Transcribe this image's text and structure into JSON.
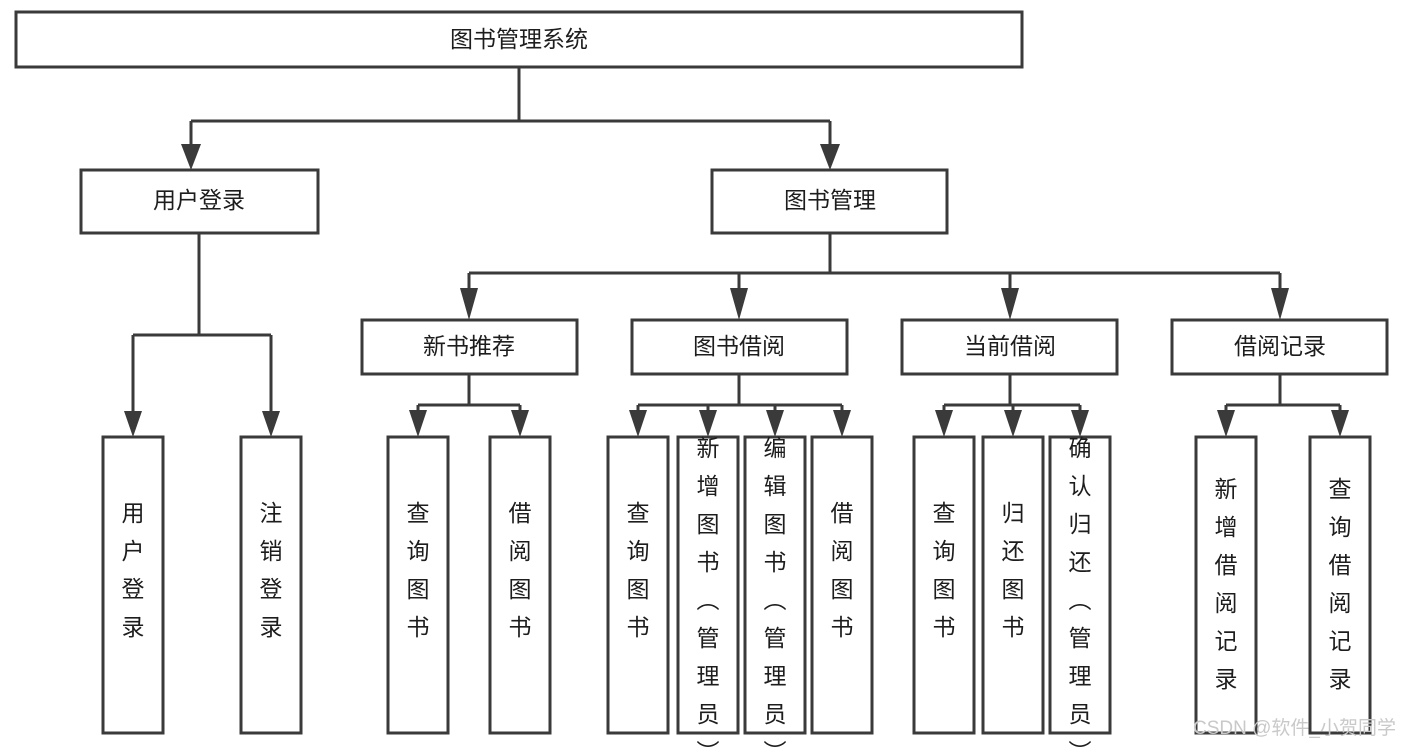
{
  "title": "图书管理系统",
  "colors": {
    "background": "#ffffff",
    "stroke": "#3a3a3a",
    "box_fill": "#ffffff",
    "text": "#1d1d1d",
    "watermark": "#c9c9c9"
  },
  "watermark": "CSDN @软件_小贺同学",
  "tree": {
    "root": {
      "label": "图书管理系统"
    },
    "level2": [
      {
        "label": "用户登录"
      },
      {
        "label": "图书管理"
      }
    ],
    "level3": [
      {
        "label": "新书推荐"
      },
      {
        "label": "图书借阅"
      },
      {
        "label": "当前借阅"
      },
      {
        "label": "借阅记录"
      }
    ],
    "leaves": {
      "user_login": [
        {
          "label": "用户登录"
        },
        {
          "label": "注销登录"
        }
      ],
      "new_book_recommend": [
        {
          "label": "查询图书"
        },
        {
          "label": "借阅图书"
        }
      ],
      "book_borrow": [
        {
          "label": "查询图书"
        },
        {
          "label": "新增图书（管理员）"
        },
        {
          "label": "编辑图书（管理员）"
        },
        {
          "label": "借阅图书"
        }
      ],
      "current_borrow": [
        {
          "label": "查询图书"
        },
        {
          "label": "归还图书"
        },
        {
          "label": "确认归还（管理员）"
        }
      ],
      "borrow_record": [
        {
          "label": "新增借阅记录"
        },
        {
          "label": "查询借阅记录"
        }
      ]
    }
  }
}
